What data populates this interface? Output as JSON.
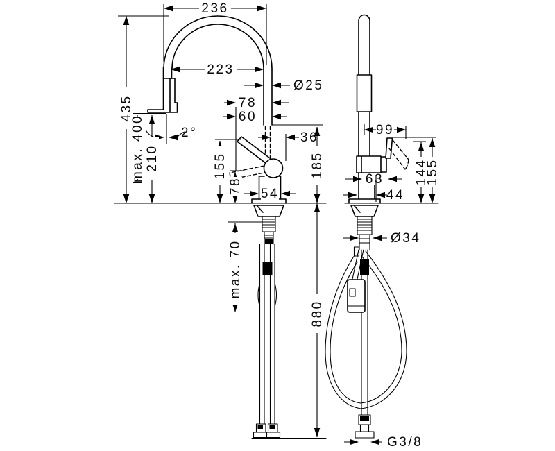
{
  "drawing": {
    "title": "kitchen faucet installation dimensions",
    "units": "mm",
    "background_color": "#ffffff",
    "line_color": "#000000",
    "front_view": {
      "dims": {
        "spout_outer_width": "236",
        "spout_inner_width": "223",
        "spout_tube_diameter": "Ø25",
        "offset_78": "78",
        "offset_60": "60",
        "offset_36": "36",
        "total_height": "435",
        "pullout_reach_max": "max. 400",
        "outlet_clearance": "210",
        "outlet_angle": "2°",
        "lever_height": "155",
        "lever_low_height": "78",
        "body_width": "54",
        "spout_outlet_height": "185",
        "counter_thickness_max": "max. 70",
        "hose_length": "880"
      }
    },
    "side_view": {
      "dims": {
        "depth": "99",
        "handle_length": "63",
        "lever_height_144": "144",
        "lever_height_155": "155",
        "handle_offset": "44",
        "shank_diameter": "Ø34",
        "connection_thread": "G3/8"
      }
    }
  }
}
